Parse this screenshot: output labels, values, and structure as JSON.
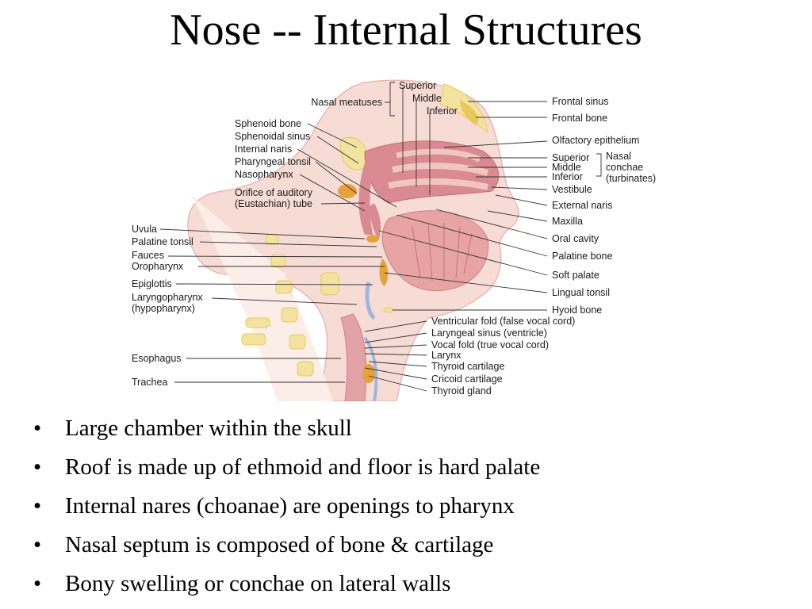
{
  "title": "Nose -- Internal Structures",
  "figure": {
    "labels_left": {
      "nasal_meatuses": "Nasal meatuses",
      "sphenoid_bone": "Sphenoid bone",
      "sphenoidal_sinus": "Sphenoidal sinus",
      "internal_naris": "Internal naris",
      "pharyngeal_tonsil": "Pharyngeal tonsil",
      "nasopharynx": "Nasopharynx",
      "orifice_1": "Orifice of auditory",
      "orifice_2": "(Eustachian) tube",
      "uvula": "Uvula",
      "palatine_tonsil": "Palatine tonsil",
      "fauces": "Fauces",
      "oropharynx": "Oropharynx",
      "epiglottis": "Epiglottis",
      "laryngopharynx_1": "Laryngopharynx",
      "laryngopharynx_2": "(hypopharynx)",
      "esophagus": "Esophagus",
      "trachea": "Trachea"
    },
    "labels_top": {
      "superior": "Superior",
      "middle": "Middle",
      "inferior": "Inferior"
    },
    "labels_right": {
      "frontal_sinus": "Frontal sinus",
      "frontal_bone": "Frontal bone",
      "olfactory_epithelium": "Olfactory epithelium",
      "superior": "Superior",
      "middle": "Middle",
      "inferior": "Inferior",
      "nasal": "Nasal",
      "conchae": "conchae",
      "turbinates": "(turbinates)",
      "vestibule": "Vestibule",
      "external_naris": "External naris",
      "maxilla": "Maxilla",
      "oral_cavity": "Oral cavity",
      "palatine_bone": "Palatine bone",
      "soft_palate": "Soft palate",
      "lingual_tonsil": "Lingual tonsil",
      "hyoid_bone": "Hyoid bone",
      "ventricular_fold": "Ventricular fold (false vocal cord)",
      "laryngeal_sinus": "Laryngeal sinus (ventricle)",
      "vocal_fold": "Vocal fold (true vocal cord)",
      "larynx": "Larynx",
      "thyroid_cartilage": "Thyroid cartilage",
      "cricoid_cartilage": "Cricoid cartilage",
      "thyroid_gland": "Thyroid gland"
    },
    "colors": {
      "tissue": "#f2c6c0",
      "mucosa": "#d98a92",
      "bone": "#f3e3a0",
      "bone_dark": "#e9c95a",
      "tonsil": "#e8a23a",
      "line": "#333333"
    }
  },
  "bullets": [
    "Large chamber within the skull",
    "Roof is made up of ethmoid and floor is hard palate",
    "Internal nares (choanae) are openings to pharynx",
    "Nasal septum is composed of bone & cartilage",
    "Bony swelling or conchae on lateral walls"
  ],
  "bullet_symbol": "•"
}
